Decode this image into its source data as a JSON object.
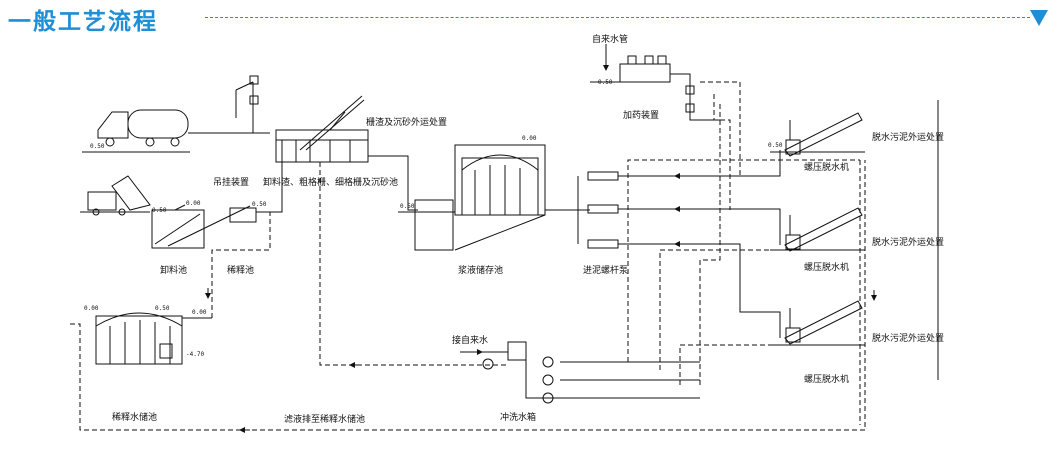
{
  "header": {
    "title": "一般工艺流程",
    "accent_color": "#1e8fd6"
  },
  "labels": {
    "tap_water_pipe": "自来水管",
    "dosing_device": "加药装置",
    "screening_transport": "栅渣及沉砂外运处置",
    "unload_screen_tank": "卸料渣、粗格栅、细格栅及沉砂池",
    "hoist_device": "吊挂装置",
    "unloading_tank": "卸料池",
    "dilution_tank": "稀释池",
    "slurry_storage_tank": "浆液储存池",
    "screw_pump": "进泥螺杆泵",
    "filter_press_1": "螺压脱水机",
    "filter_press_2": "螺压脱水机",
    "filter_press_3": "螺压脱水机",
    "sludge_out_1": "脱水污泥外运处置",
    "sludge_out_2": "脱水污泥外运处置",
    "sludge_out_3": "脱水污泥外运处置",
    "tap_water_in": "接自来水",
    "dilution_water_tank": "稀释水储池",
    "filtrate_return": "滤液排至稀释水储池",
    "flush_water_tank": "冲洗水箱"
  },
  "elevations": {
    "e_tap": "0.50",
    "e_truck": "0.50",
    "e_unload": "0.00",
    "e_unload_b": "0.50",
    "e_dilution": "0.50",
    "e_storage": "0.50",
    "e_storage_top": "0.00",
    "e_tank_top": "0.00",
    "e_tank_b": "0.50",
    "e_tank_c": "0.00",
    "e_tank_bottom": "-4.70",
    "e_press": "0.50"
  }
}
